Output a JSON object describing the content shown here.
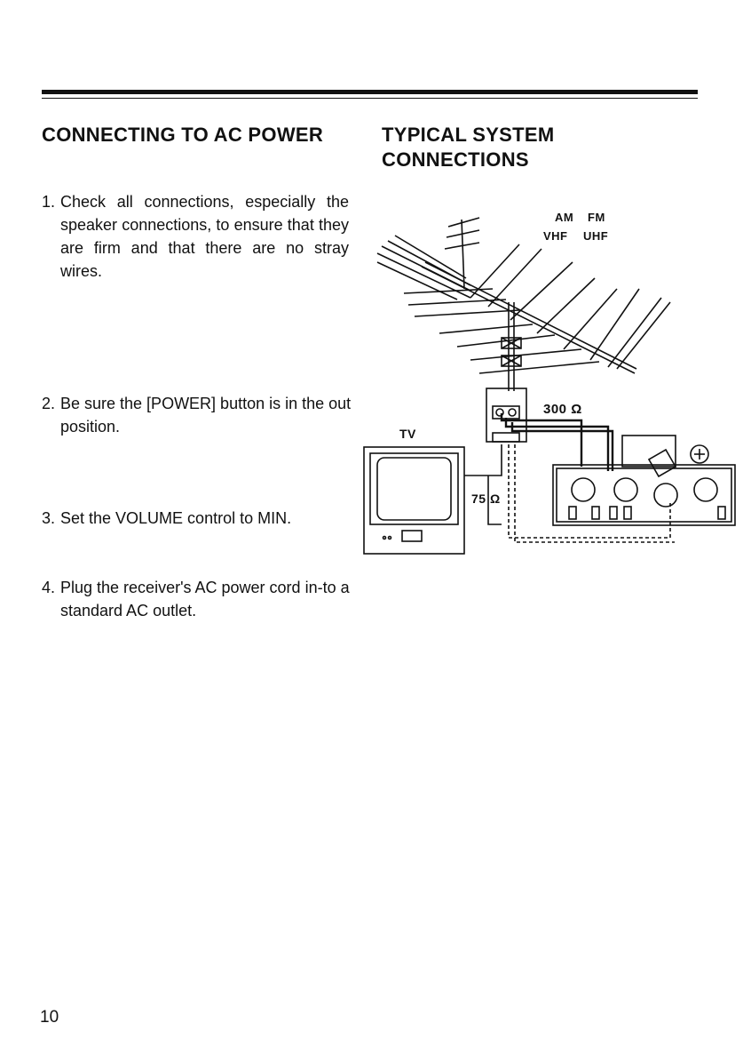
{
  "left": {
    "heading": "CONNECTING TO AC POWER",
    "steps": [
      {
        "num": "1.",
        "text": "Check all connections, especially the speaker connections, to ensure that they are firm and that there are no stray wires."
      },
      {
        "num": "2.",
        "text": "Be sure the [POWER] button is in the out position."
      },
      {
        "num": "3.",
        "text": "Set the VOLUME control to MIN."
      },
      {
        "num": "4.",
        "text": "Plug the receiver's AC power cord in-to a standard AC outlet."
      }
    ]
  },
  "right": {
    "heading_line1": "TYPICAL SYSTEM",
    "heading_line2": "CONNECTIONS"
  },
  "diagram": {
    "label_am": "AM",
    "label_fm": "FM",
    "label_vhf": "VHF",
    "label_uhf": "UHF",
    "label_300": "300 Ω",
    "label_75": "75 Ω",
    "label_tv": "TV"
  },
  "page_number": "10"
}
